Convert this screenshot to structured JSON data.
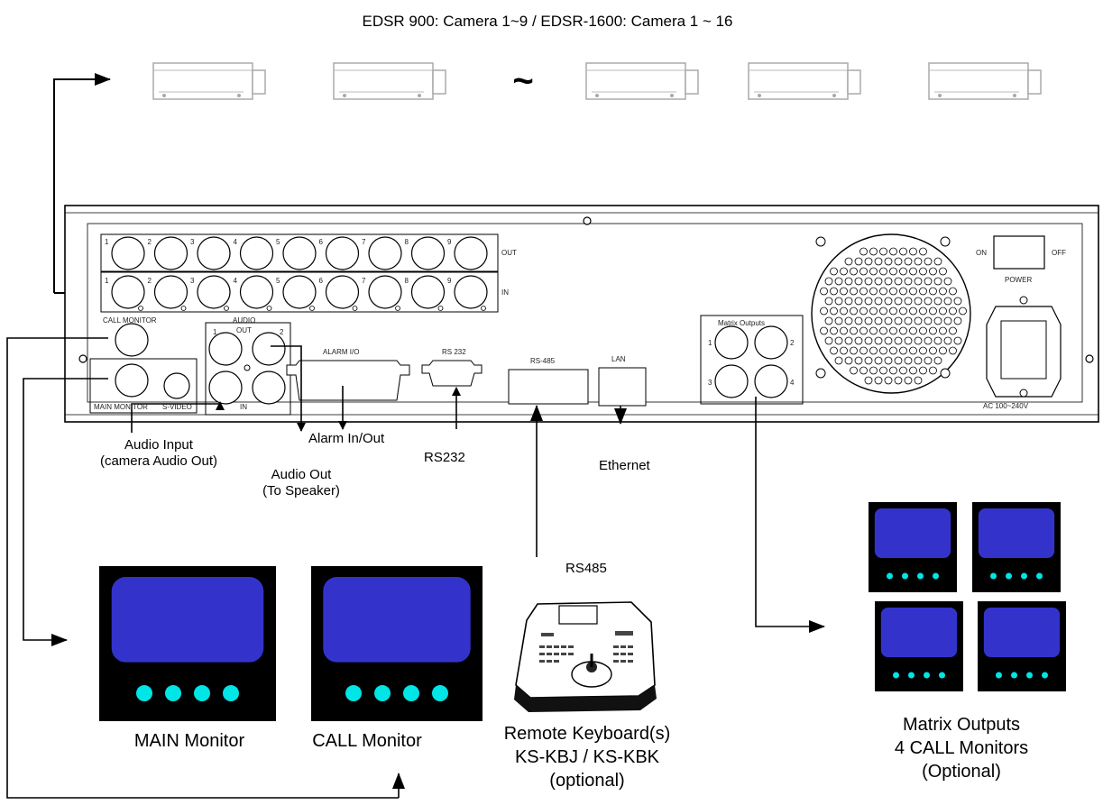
{
  "title": "EDSR 900: Camera 1~9 / EDSR-1600: Camera 1 ~ 16",
  "tilde": "~",
  "panel": {
    "out_label": "OUT",
    "in_label": "IN",
    "bnc_numbers": [
      "1",
      "2",
      "3",
      "4",
      "5",
      "6",
      "7",
      "8",
      "9"
    ],
    "call_monitor": "CALL MONITOR",
    "main_monitor": "MAIN MONITOR",
    "s_video": "S-VIDEO",
    "audio": "AUDIO",
    "audio_out": "OUT",
    "audio_in": "IN",
    "audio_1": "1",
    "audio_2": "2",
    "alarm_io": "ALARM I/O",
    "rs232": "RS 232",
    "rs485": "RS-485",
    "lan": "LAN",
    "matrix_outputs": "Matrix Outputs",
    "matrix_numbers": [
      "1",
      "2",
      "3",
      "4"
    ],
    "switch_on": "ON",
    "switch_off": "OFF",
    "power": "POWER",
    "ac": "AC 100~240V"
  },
  "callouts": {
    "alarm": "Alarm In/Out",
    "audio_input_1": "Audio Input",
    "audio_input_2": "(camera Audio Out)",
    "audio_out_1": "Audio Out",
    "audio_out_2": "(To Speaker)",
    "rs232": "RS232",
    "ethernet": "Ethernet",
    "rs485": "RS485"
  },
  "bottom": {
    "main_monitor": "MAIN Monitor",
    "call_monitor": "CALL Monitor",
    "keyboard_1": "Remote Keyboard(s)",
    "keyboard_2": "KS-KBJ / KS-KBK",
    "keyboard_3": "(optional)",
    "matrix_1": "Matrix Outputs",
    "matrix_2": "4 CALL Monitors",
    "matrix_3": "(Optional)"
  },
  "colors": {
    "screen": "#3333CC",
    "indicator": "#00E5E5",
    "bezel": "#000000",
    "line": "#000000"
  }
}
